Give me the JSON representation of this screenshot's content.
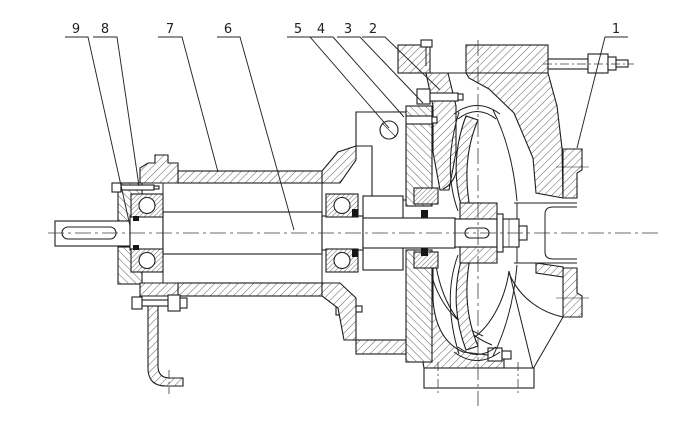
{
  "figure": {
    "kind": "sectional technical drawing of a centrifugal pump",
    "callouts": [
      {
        "label": "9"
      },
      {
        "label": "8"
      },
      {
        "label": "7"
      },
      {
        "label": "6"
      },
      {
        "label": "5"
      },
      {
        "label": "4"
      },
      {
        "label": "3"
      },
      {
        "label": "2"
      },
      {
        "label": "1"
      }
    ],
    "colors": {
      "line": "#1d1d1d",
      "background": "#ffffff"
    }
  }
}
